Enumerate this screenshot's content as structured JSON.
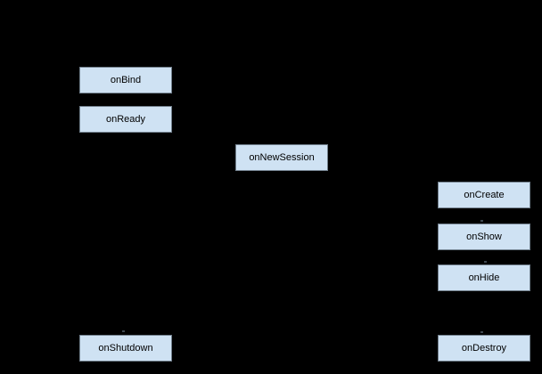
{
  "diagram": {
    "type": "lifecycle-flowchart",
    "background_color": "#000000",
    "node_fill_color": "#cfe2f3",
    "node_border_color": "#72808d",
    "node_text_color": "#000000",
    "nodes": [
      {
        "label": "onBind"
      },
      {
        "label": "onReady"
      },
      {
        "label": "onNewSession"
      },
      {
        "label": "onCreate"
      },
      {
        "label": "onShow"
      },
      {
        "label": "onHide"
      },
      {
        "label": "onShutdown"
      },
      {
        "label": "onDestroy"
      }
    ]
  }
}
